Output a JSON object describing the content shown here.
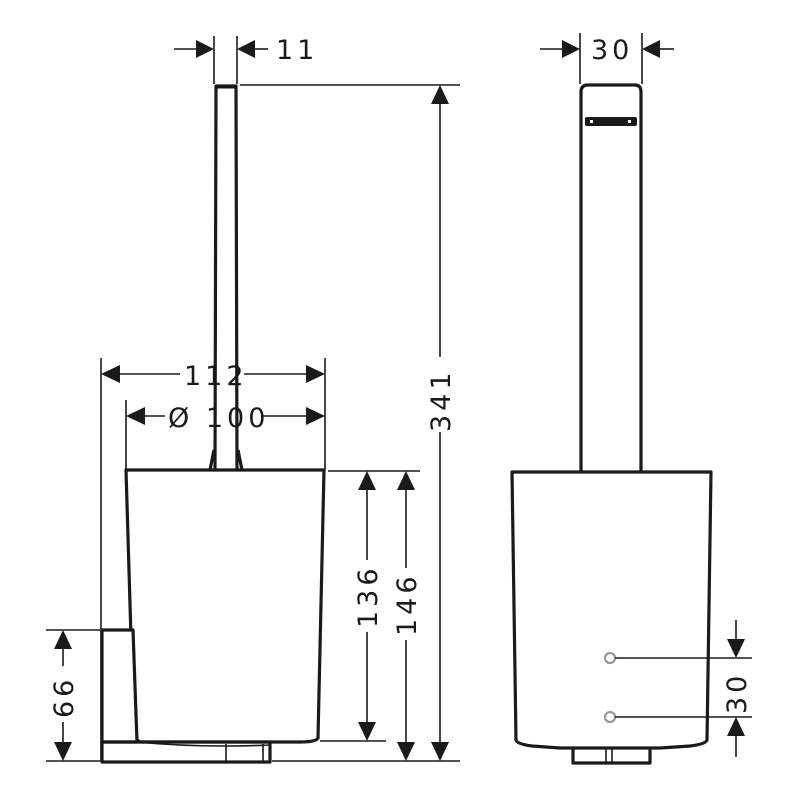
{
  "drawing": {
    "title": "Toilet brush holder – technical dimension drawing",
    "units": "mm",
    "line_color": "#1a1a1a",
    "hole_color": "#9a9a9a",
    "views": {
      "front": {
        "dimensions": {
          "handle_width": "11",
          "total_width": "112",
          "container_diameter": "Ø 100",
          "total_height": "341",
          "container_height": "136",
          "container_with_base_height": "146",
          "bracket_height": "66"
        }
      },
      "side": {
        "dimensions": {
          "handle_depth": "30",
          "mounting_hole_spacing": "30"
        },
        "mounting_holes": 2
      }
    }
  }
}
